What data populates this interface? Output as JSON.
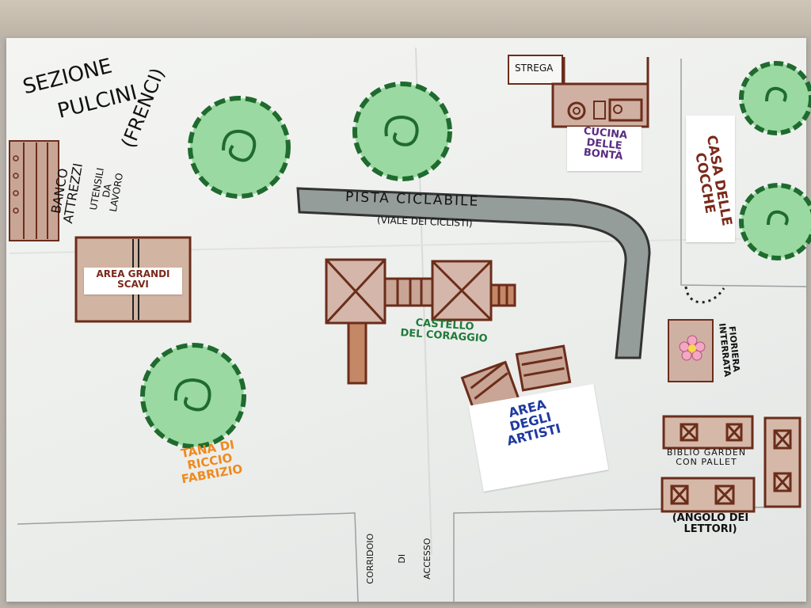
{
  "map": {
    "section": {
      "line1": "SEZIONE",
      "line2": "PULCINI",
      "line3": "(FRENCI)"
    },
    "banco": {
      "title": "BANCO\nATTREZZI",
      "sub": "UTENSILI\nDA\nLAVORO"
    },
    "scavi": {
      "label": "AREA GRANDI\nSCAVI"
    },
    "pista": {
      "title": "PISTA CICLABILE",
      "sub": "(VIALE DEI CICLISTI)"
    },
    "strega": {
      "label": "STREGA"
    },
    "cucina": {
      "label": "CUCINA\ndelle\nBONTÀ"
    },
    "casa": {
      "label": "CASA delle COCCHE"
    },
    "castello": {
      "label": "CASTELLO\nDEL CORAGGIO"
    },
    "fioriera": {
      "label": "FIORIERA\nINTERRATA"
    },
    "artisti": {
      "label": "AREA\nDEGLI\nARTISTI"
    },
    "tana": {
      "label": "TANA DI\nRICCIO\nFABRIZIO"
    },
    "biblio": {
      "label": "BIBLIO GARDEN\nCON PALLET",
      "sub": "(ANGOLO DEI\nLETTORI)"
    },
    "corridoio": {
      "w1": "CORRIDOIO",
      "w2": "DI",
      "w3": "ACCESSO"
    },
    "colors": {
      "tree_fill": "#8fd39a",
      "tree_stroke": "#1f6b2e",
      "wood": "#c49a84",
      "wood_stroke": "#6b2d1a",
      "path": "#8f9794",
      "blue_text": "#1f3aa0",
      "orange_text": "#f08a1c",
      "purple_text": "#5a2c82",
      "green_text": "#1f7a3a",
      "brown_text": "#7a2a1a"
    }
  }
}
